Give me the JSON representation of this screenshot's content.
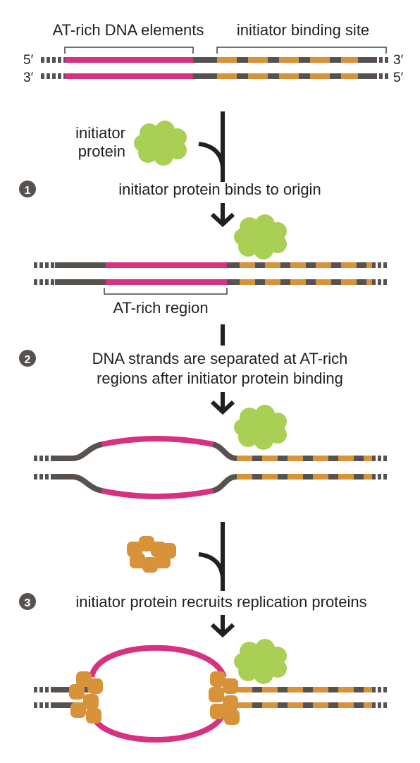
{
  "header": {
    "at_rich_label": "AT-rich DNA elements",
    "initiator_site_label": "initiator binding site",
    "strand_top_left": "5′",
    "strand_top_right": "3′",
    "strand_bottom_left": "3′",
    "strand_bottom_right": "5′"
  },
  "inputs": {
    "initiator_protein_line1": "initiator",
    "initiator_protein_line2": "protein"
  },
  "steps": [
    {
      "number": "1",
      "line1": "initiator protein binds to origin",
      "line2": ""
    },
    {
      "number": "2",
      "line1": "DNA strands are separated at AT-rich",
      "line2": "regions after initiator protein binding"
    },
    {
      "number": "3",
      "line1": "initiator protein recruits replication proteins",
      "line2": ""
    }
  ],
  "labels": {
    "at_rich_region": "AT-rich region"
  },
  "colors": {
    "dna_gray": "#58524f",
    "at_rich_magenta": "#d7317f",
    "binding_site_orange": "#d8923a",
    "initiator_green": "#a9cf54",
    "replication_protein_orange": "#d8923a",
    "text": "#231f20",
    "step_badge": "#58524f"
  }
}
